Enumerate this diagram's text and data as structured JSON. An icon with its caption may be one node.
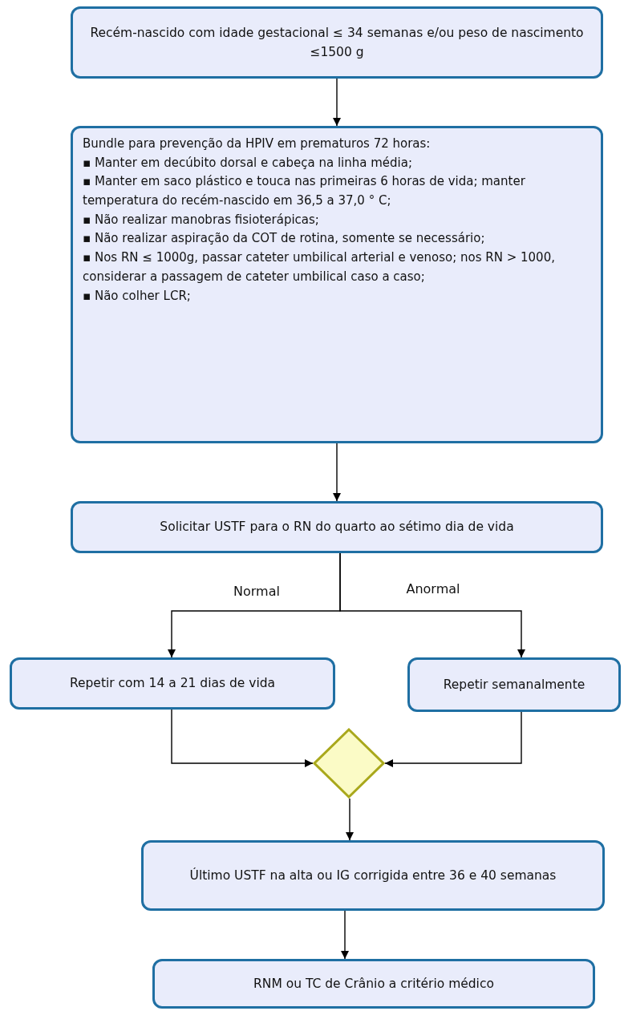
{
  "diagram": {
    "nodes": [
      {
        "text": [
          "Recém-nascido com idade gestacional ≤ 34 semanas e/ou peso de nascimento ≤1500 g"
        ]
      },
      {
        "text": [
          "Bundle para prevenção da HPIV em prematuros 72 horas:",
          "▪ Manter em decúbito dorsal e cabeça na linha média;",
          "▪ Manter em saco plástico e touca nas primeiras 6 horas de vida; manter temperatura  do recém-nascido em 36,5 a 37,0 ° C;",
          "▪ Não realizar manobras fisioterápicas;",
          "▪ Não realizar aspiração da COT de rotina, somente se necessário;",
          "▪ Nos RN ≤ 1000g, passar cateter umbilical arterial e venoso; nos RN > 1000, considerar a passagem de cateter umbilical caso a caso;",
          "▪ Não colher LCR;"
        ]
      },
      {
        "text": [
          "Solicitar USTF para o RN do quarto ao sétimo dia de vida"
        ]
      },
      {
        "text": [
          "Repetir com 14 a 21 dias de vida"
        ]
      },
      {
        "text": [
          "Repetir semanalmente"
        ]
      },
      {
        "text": [],
        "shape": "diamond"
      },
      {
        "text": [
          "Último USTF na alta ou IG corrigida entre 36 e 40 semanas"
        ]
      },
      {
        "text": [
          "RNM ou TC de Crânio a critério médico"
        ]
      }
    ],
    "edges": [
      {
        "from": 0,
        "to": 1,
        "arrow": "to"
      },
      {
        "from": 1,
        "to": 2,
        "arrow": "to"
      },
      {
        "from": 2,
        "to": 3,
        "arrow": "to",
        "label": "Normal"
      },
      {
        "from": 2,
        "to": 4,
        "arrow": "to",
        "label": "Anormal"
      },
      {
        "from": 3,
        "to": 5,
        "arrow": "to"
      },
      {
        "from": 4,
        "to": 5,
        "arrow": "to"
      },
      {
        "from": 5,
        "to": 6,
        "arrow": "to"
      },
      {
        "from": 6,
        "to": 7,
        "arrow": "to"
      }
    ]
  }
}
